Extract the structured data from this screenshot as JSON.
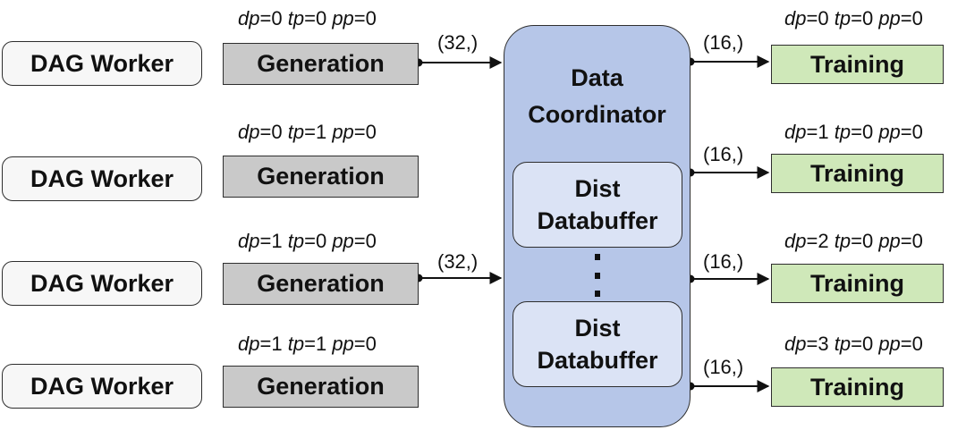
{
  "workers": [
    {
      "worker_label": "DAG Worker",
      "gen_label": "Generation",
      "dp": "0",
      "tp": "0",
      "pp": "0"
    },
    {
      "worker_label": "DAG Worker",
      "gen_label": "Generation",
      "dp": "0",
      "tp": "1",
      "pp": "0"
    },
    {
      "worker_label": "DAG Worker",
      "gen_label": "Generation",
      "dp": "1",
      "tp": "0",
      "pp": "0"
    },
    {
      "worker_label": "DAG Worker",
      "gen_label": "Generation",
      "dp": "1",
      "tp": "1",
      "pp": "0"
    }
  ],
  "gen_outputs": [
    {
      "from_worker": 0,
      "shape": "(32,)"
    },
    {
      "from_worker": 2,
      "shape": "(32,)"
    }
  ],
  "coordinator": {
    "title_line1": "Data",
    "title_line2": "Coordinator",
    "buffers": [
      {
        "line1": "Dist",
        "line2": "Databuffer"
      },
      {
        "line1": "Dist",
        "line2": "Databuffer"
      }
    ]
  },
  "trainers": [
    {
      "label": "Training",
      "shape": "(16,)",
      "dp": "0",
      "tp": "0",
      "pp": "0"
    },
    {
      "label": "Training",
      "shape": "(16,)",
      "dp": "1",
      "tp": "0",
      "pp": "0"
    },
    {
      "label": "Training",
      "shape": "(16,)",
      "dp": "2",
      "tp": "0",
      "pp": "0"
    },
    {
      "label": "Training",
      "shape": "(16,)",
      "dp": "3",
      "tp": "0",
      "pp": "0"
    }
  ],
  "labels": {
    "dp": "dp",
    "tp": "tp",
    "pp": "pp",
    "eq": "="
  },
  "colors": {
    "worker": "#f7f7f7",
    "generation": "#c9c9c9",
    "coordinator": "#b6c6e8",
    "buffer": "#dbe3f5",
    "training": "#cfe8b9",
    "line": "#111111"
  }
}
